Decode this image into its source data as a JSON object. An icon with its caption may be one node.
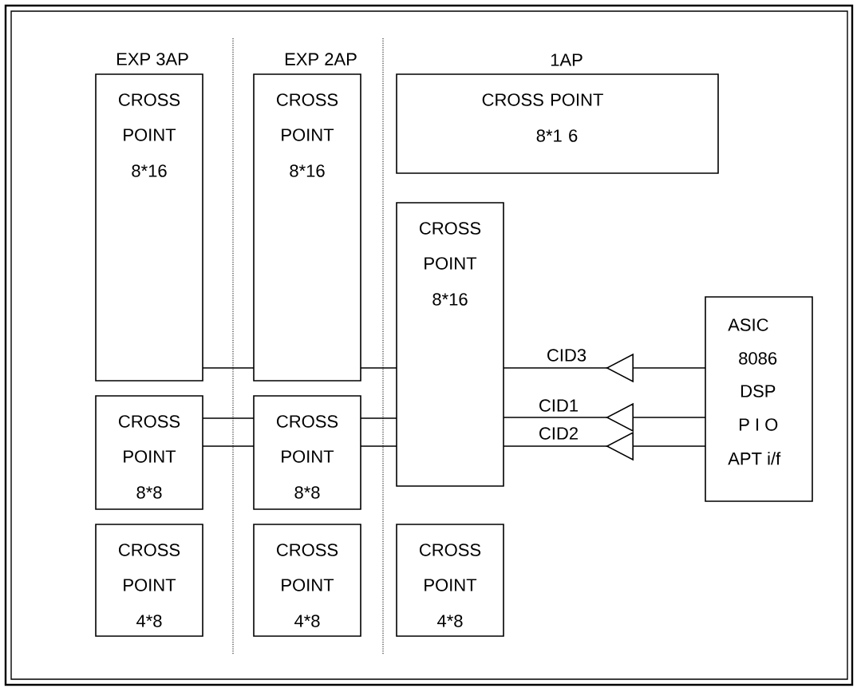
{
  "diagram": {
    "nodes": [
      {
        "text": [
          "CROSS POINT",
          "8*16"
        ]
      },
      {
        "text": [
          "CROSS POINT",
          "8*16"
        ]
      },
      {
        "text": [
          "CROSS POINT",
          "8*1 6"
        ]
      },
      {
        "text": [
          "CROSS POINT",
          "8*16"
        ]
      },
      {
        "text": [
          "ASIC",
          "8086",
          "DSP",
          "P I O",
          "APT i/f"
        ]
      },
      {
        "text": [
          "CROSS POINT",
          "8*8"
        ]
      },
      {
        "text": [
          "CROSS POINT",
          "8*8"
        ]
      },
      {
        "text": [
          "CROSS POINT",
          "4*8"
        ]
      },
      {
        "text": [
          "CROSS POINT",
          "4*8"
        ]
      },
      {
        "text": [
          "CROSS POINT",
          "4*8"
        ]
      }
    ],
    "edges": [
      {
        "from": 0,
        "to": 1,
        "arrow": "none"
      },
      {
        "from": 1,
        "to": 3,
        "arrow": "none"
      },
      {
        "from": 5,
        "to": 6,
        "arrow": "none"
      },
      {
        "from": 5,
        "to": 6,
        "arrow": "none"
      },
      {
        "from": 6,
        "to": 3,
        "arrow": "none"
      },
      {
        "from": 6,
        "to": 3,
        "arrow": "none"
      },
      {
        "from": 4,
        "to": 3,
        "arrow": "to",
        "label": "CID3"
      },
      {
        "from": 4,
        "to": 3,
        "arrow": "to",
        "label": "CID1"
      },
      {
        "from": 4,
        "to": 3,
        "arrow": "to",
        "label": "CID2"
      }
    ],
    "labels": [
      "EXP 3AP",
      "EXP 2AP",
      "1AP"
    ]
  }
}
